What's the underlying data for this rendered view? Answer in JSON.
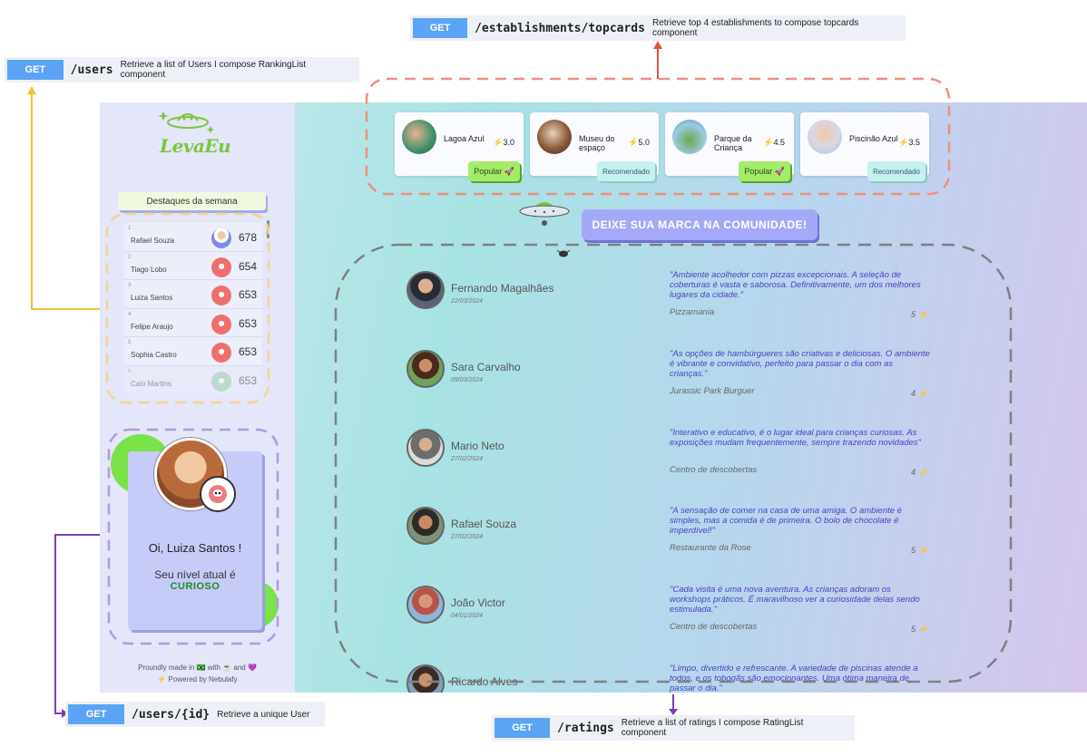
{
  "api_endpoints": {
    "topcards": {
      "method": "GET",
      "path": "/establishments/topcards",
      "description": "Retrieve top 4 establishments to compose topcards component"
    },
    "users": {
      "method": "GET",
      "path": "/users",
      "description": "Retrieve a list of Users I compose RankingList component"
    },
    "user_by_id": {
      "method": "GET",
      "path": "/users/{id}",
      "description": "Retrieve a unique User"
    },
    "ratings": {
      "method": "GET",
      "path": "/ratings",
      "description": "Retrieve a list of ratings I compose RatingList component"
    }
  },
  "colors": {
    "topcards_outline": "#ee8f80",
    "users_outline": "#f5d48c",
    "profile_outline": "#b299e0",
    "ratings_outline": "#808080",
    "users_arrow": "#f2c132",
    "user_id_arrow": "#7a3db8",
    "topcards_arrow": "#e05540",
    "accent_green": "#7cc63a",
    "cta": "#a3a9f7"
  },
  "sidebar": {
    "logo_text": "LevaEu",
    "highlights_title": "Destaques da semana",
    "ranking": [
      {
        "pos": "1",
        "name": "Rafael Souza",
        "score": "678"
      },
      {
        "pos": "2",
        "name": "Tiago Lobo",
        "score": "654"
      },
      {
        "pos": "3",
        "name": "Luiza Santos",
        "score": "653"
      },
      {
        "pos": "4",
        "name": "Felipe Araujo",
        "score": "653"
      },
      {
        "pos": "5",
        "name": "Sophia Castro",
        "score": "653"
      },
      {
        "pos": "6",
        "name": "Caio Martins",
        "score": "653"
      }
    ],
    "profile": {
      "greeting": "Oi, Luiza Santos !",
      "level_label": "Seu nível atual é",
      "level": "CURIOSO"
    },
    "footer": {
      "made_in": "Proundly made in 🇧🇷 with ☕ and 💜",
      "powered_by": "⚡ Powered by Nebulafy"
    }
  },
  "topcards": [
    {
      "name": "Lagoa Azul",
      "rating": "3.0",
      "tag": "Popular 🚀",
      "tag_type": "popular"
    },
    {
      "name": "Museu do espaço",
      "rating": "5.0",
      "tag": "Recomendado",
      "tag_type": "recommended"
    },
    {
      "name": "Parque da Criança",
      "rating": "4.5",
      "tag": "Popular 🚀",
      "tag_type": "popular"
    },
    {
      "name": "Piscinão Azul",
      "rating": "3.5",
      "tag": "Recomendado",
      "tag_type": "recommended"
    }
  ],
  "cta_label": "DEIXE SUA MARCA NA COMUNIDADE!",
  "ratings": [
    {
      "name": "Fernando Magalhães",
      "date": "22/03/2024",
      "comment": "\"Ambiente acolhedor com pizzas excepcionais. A seleção de coberturas é vasta e saborosa. Definitivamente, um dos melhores lugares da cidade.\"",
      "place": "Pizzamania",
      "score": "5"
    },
    {
      "name": "Sara Carvalho",
      "date": "09/03/2024",
      "comment": "\"As opções de hambúrgueres são criativas e deliciosas. O ambiente é vibrante e convidativo, perfeito para passar o dia com as crianças.\"",
      "place": "Jurassic Park Burguer",
      "score": "4"
    },
    {
      "name": "Mario Neto",
      "date": "27/02/2024",
      "comment": "\"Interativo e educativo, é o lugar ideal para crianças curiosas. As exposições mudam frequentemente, sempre trazendo novidades\"",
      "place": "Centro de descobertas",
      "score": "4"
    },
    {
      "name": "Rafael Souza",
      "date": "27/02/2024",
      "comment": "\"A sensação de comer na casa de uma amiga. O ambiente é simples, mas a comida é de primeira. O bolo de chocolate é imperdível!\"",
      "place": "Restaurante da Rose",
      "score": "5"
    },
    {
      "name": "João Victor",
      "date": "04/01/2024",
      "comment": "\"Cada visita é uma nova aventura. As crianças adoram os workshops práticos. É maravilhoso ver a curiosidade delas sendo estimulada.\"",
      "place": "Centro de descobertas",
      "score": "5"
    },
    {
      "name": "Ricardo Alves",
      "date": "",
      "comment": "\"Limpo, divertido e refrescante. A variedade de piscinas atende a todos, e os tobogãs são emocionantes. Uma ótima maneira de passar o dia.\"",
      "place": "",
      "score": ""
    }
  ]
}
